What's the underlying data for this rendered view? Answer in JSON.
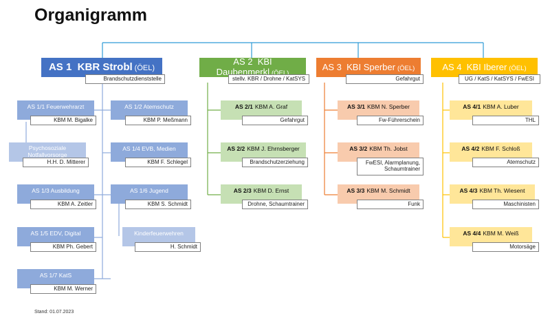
{
  "title": "Organigramm",
  "stand": "Stand: 01.07.2023",
  "colors": {
    "line": "#2e9bd6",
    "as1": "#4472c4",
    "as2": "#70ad47",
    "as3": "#ed7d31",
    "as4": "#ffc000",
    "as1_card": "#8eaadb",
    "as1_card_light": "#b4c6e7",
    "as2_card": "#c6e0b4",
    "as3_card": "#f8cbad",
    "as4_card": "#ffe699"
  },
  "as1": {
    "code": "AS 1",
    "name": "KBR Strobl",
    "suffix": "(ÖEL)",
    "sub": "Brandschutzdienststelle",
    "cards": [
      {
        "label": "AS 1/1 Feuerwehrarzt",
        "person": "KBM M. Bigalke"
      },
      {
        "label": "AS 1/2 Atemschutz",
        "person": "KBM P. Meßmann"
      },
      {
        "label": "Psychosoziale Notfallvorsorge",
        "person": "H.H. D. Mitterer"
      },
      {
        "label": "AS 1/4 EVB, Medien",
        "person": "KBM F. Schlegel"
      },
      {
        "label": "AS 1/3 Ausbildung",
        "person": "KBM A. Zeitler"
      },
      {
        "label": "AS 1/6 Jugend",
        "person": "KBM S. Schmidt"
      },
      {
        "label": "AS 1/5 EDV, Digital",
        "person": "KBM Ph. Gebert"
      },
      {
        "label": "Kinderfeuerwehren",
        "person": "H. Schmidt"
      },
      {
        "label": "AS 1/7 KatS",
        "person": "KBM M. Werner"
      }
    ]
  },
  "as2": {
    "code": "AS 2",
    "name": "KBI Daubenmerkl",
    "suffix": "(ÖEL)",
    "sub": "stellv. KBR / Drohne / KatSYS",
    "cards": [
      {
        "code": "AS 2/1",
        "name": "KBM A. Graf",
        "sub": "Gefahrgut"
      },
      {
        "code": "AS 2/2",
        "name": "KBM J. Ehrnsberger",
        "sub": "Brandschutzerziehung"
      },
      {
        "code": "AS 2/3",
        "name": "KBM D. Ernst",
        "sub": "Drohne, Schaumtrainer"
      }
    ]
  },
  "as3": {
    "code": "AS 3",
    "name": "KBI Sperber",
    "suffix": "(ÖEL)",
    "sub": "Gefahrgut",
    "cards": [
      {
        "code": "AS 3/1",
        "name": "KBM N. Sperber",
        "sub": "Fw-Führerschein"
      },
      {
        "code": "AS 3/2",
        "name": "KBM Th. Jobst",
        "sub": "FwESI, Alarmplanung, Schaumtrainer"
      },
      {
        "code": "AS 3/3",
        "name": "KBM M. Schmidt",
        "sub": "Funk"
      }
    ]
  },
  "as4": {
    "code": "AS 4",
    "name": "KBI Iberer",
    "suffix": "(ÖEL)",
    "sub": "UG / KatS / KatSYS / FwESI",
    "cards": [
      {
        "code": "AS 4/1",
        "name": "KBM A. Luber",
        "sub": "THL"
      },
      {
        "code": "AS 4/2",
        "name": "KBM F. Schloß",
        "sub": "Atemschutz"
      },
      {
        "code": "AS 4/3",
        "name": "KBM Th. Wiesent",
        "sub": "Maschinisten"
      },
      {
        "code": "AS 4/4",
        "name": "KBM M. Weiß",
        "sub": "Motorsäge"
      }
    ]
  }
}
